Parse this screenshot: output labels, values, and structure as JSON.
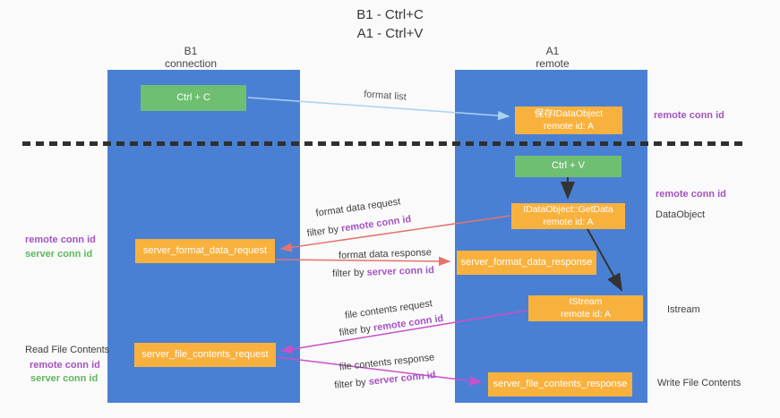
{
  "title": {
    "line1": "B1 - Ctrl+C",
    "line2": "A1 - Ctrl+V"
  },
  "lanes": {
    "b1": {
      "name": "B1",
      "role": "connection"
    },
    "a1": {
      "name": "A1",
      "role": "remote"
    }
  },
  "nodes": {
    "ctrl_c": {
      "label": "Ctrl + C"
    },
    "save_idataobject": {
      "line1": "保存IDataObject",
      "line2": "remote id: A"
    },
    "ctrl_v": {
      "label": "Ctrl + V"
    },
    "getdata": {
      "line1": "IDataObject::GetData",
      "line2": "remote id: A"
    },
    "server_format_data_request": {
      "label": "server_format_data_request"
    },
    "server_format_data_response": {
      "label": "server_format_data_response"
    },
    "istream": {
      "line1": "IStream",
      "line2": "remote id: A"
    },
    "server_file_contents_request": {
      "label": "server_file_contents_request"
    },
    "server_file_contents_response": {
      "label": "server_file_contents_response"
    }
  },
  "arrow_labels": {
    "format_list": "format list",
    "format_data_request": "format data request",
    "format_data_response": "format data response",
    "file_contents_request": "file contents request",
    "file_contents_response": "file contents response",
    "filter_prefix": "filter by ",
    "remote_conn_id": "remote conn id",
    "server_conn_id": "server conn id"
  },
  "side_labels": {
    "left_remote_conn_id_1": "remote conn id",
    "left_server_conn_id_1": "server conn id",
    "read_file_contents": "Read File Contents",
    "left_remote_conn_id_2": "remote conn id",
    "left_server_conn_id_2": "server conn id",
    "right_remote_conn_id_1": "remote conn id",
    "right_remote_conn_id_2": "remote conn id",
    "dataobject": "DataObject",
    "istream": "Istream",
    "write_file_contents": "Write File Contents"
  },
  "colors": {
    "lane_blue": "#4a80d4",
    "box_orange": "#f9b13e",
    "box_green": "#6fbf72",
    "arrow_red": "#e4736f",
    "arrow_magenta": "#ca4fca",
    "arrow_blue": "#a9d2f0",
    "arrow_black": "#333333",
    "text_purple": "#a453c3",
    "text_green": "#5cb85c"
  }
}
